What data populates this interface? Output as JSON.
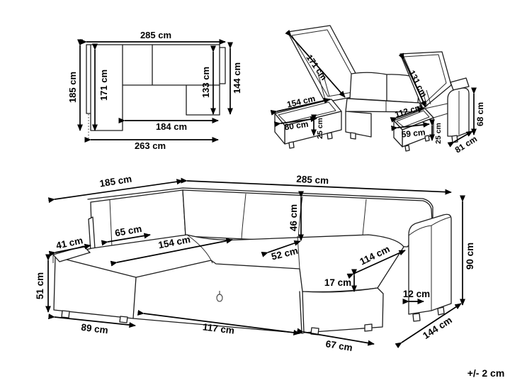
{
  "page": {
    "tolerance_note": "+/- 2 cm"
  },
  "top_view": {
    "overall_width": "285 cm",
    "left_depth": "185 cm",
    "chaise_length": "171 cm",
    "right_inner_depth": "133 cm",
    "right_depth": "144 cm",
    "inner_width": "184 cm",
    "front_width": "263 cm"
  },
  "storage_view": {
    "left_lid": "171 cm",
    "left_box_length": "154 cm",
    "left_box_width": "80 cm",
    "left_box_depth": "25 cm",
    "right_lid": "131 cm",
    "right_box_length": "112 cm",
    "right_box_width": "59 cm",
    "right_box_depth": "25 cm",
    "armrest_height": "68 cm",
    "armrest_depth": "81 cm"
  },
  "main_view": {
    "left_back_width": "185 cm",
    "back_width": "285 cm",
    "cushion_width": "65 cm",
    "armrest_top_width": "41 cm",
    "left_seat_length": "154 cm",
    "back_cushion_height": "46 cm",
    "seat_depth": "52 cm",
    "right_seat_length": "114 cm",
    "cushion_thickness": "17 cm",
    "armrest_thickness": "12 cm",
    "overall_height": "90 cm",
    "side_depth": "144 cm",
    "base_height": "51 cm",
    "left_base_length": "89 cm",
    "front_base_length": "117 cm",
    "right_base_length": "67 cm"
  }
}
